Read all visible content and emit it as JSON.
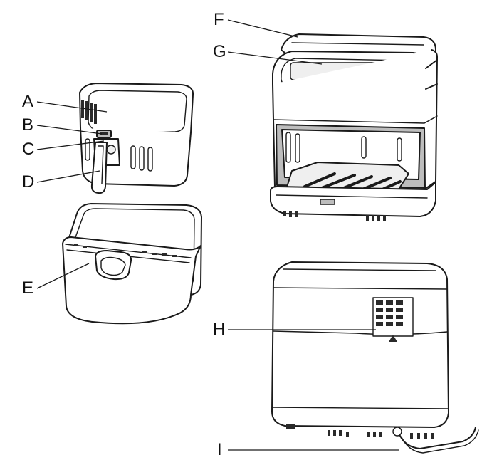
{
  "callouts": {
    "A": "A",
    "B": "B",
    "C": "C",
    "D": "D",
    "E": "E",
    "F": "F",
    "G": "G",
    "H": "H",
    "I": "I"
  },
  "colors": {
    "line": "#1a1a1a",
    "background": "#ffffff",
    "shade": "#bdbdbd"
  }
}
